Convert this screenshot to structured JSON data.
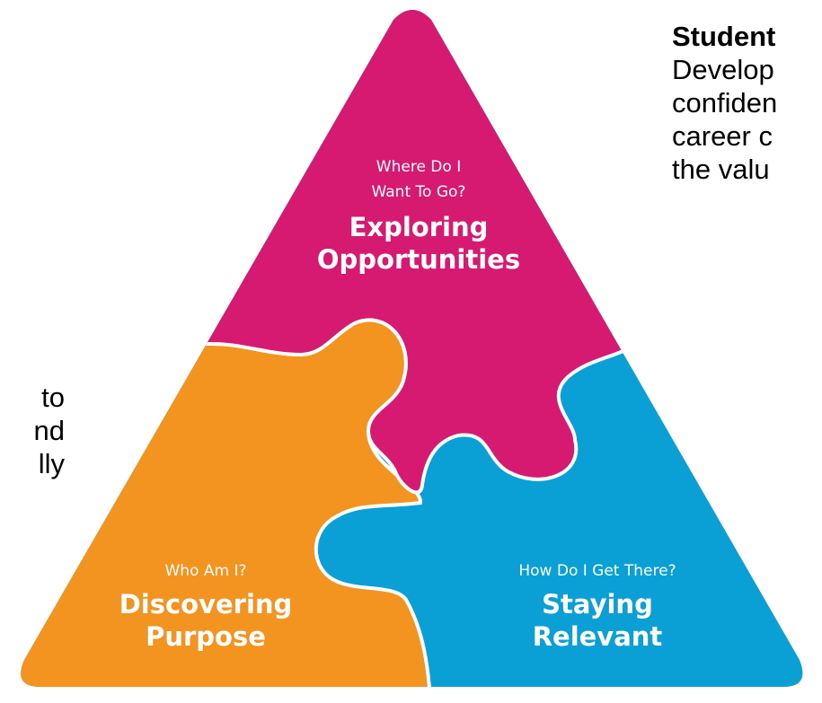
{
  "colors": {
    "pink": "#D61A72",
    "orange": "#F39320",
    "blue": "#0AA0D6",
    "background": "#FFFFFF",
    "seam": "#FFFFFF"
  },
  "pieces": {
    "top": {
      "question_line1": "Where Do I",
      "question_line2": "Want To Go?",
      "title_line1": "Exploring",
      "title_line2": "Opportunities"
    },
    "left": {
      "question": "Who Am I?",
      "title_line1": "Discovering",
      "title_line2": "Purpose"
    },
    "right": {
      "question": "How Do I Get There?",
      "title_line1": "Staying",
      "title_line2": "Relevant"
    }
  },
  "right_text": {
    "line1": "Student",
    "line2": "Develop",
    "line3": "confiden",
    "line4": "career  c",
    "line5": "the valu"
  },
  "left_text": {
    "line1": "to",
    "line2": "nd",
    "line3": "lly"
  }
}
